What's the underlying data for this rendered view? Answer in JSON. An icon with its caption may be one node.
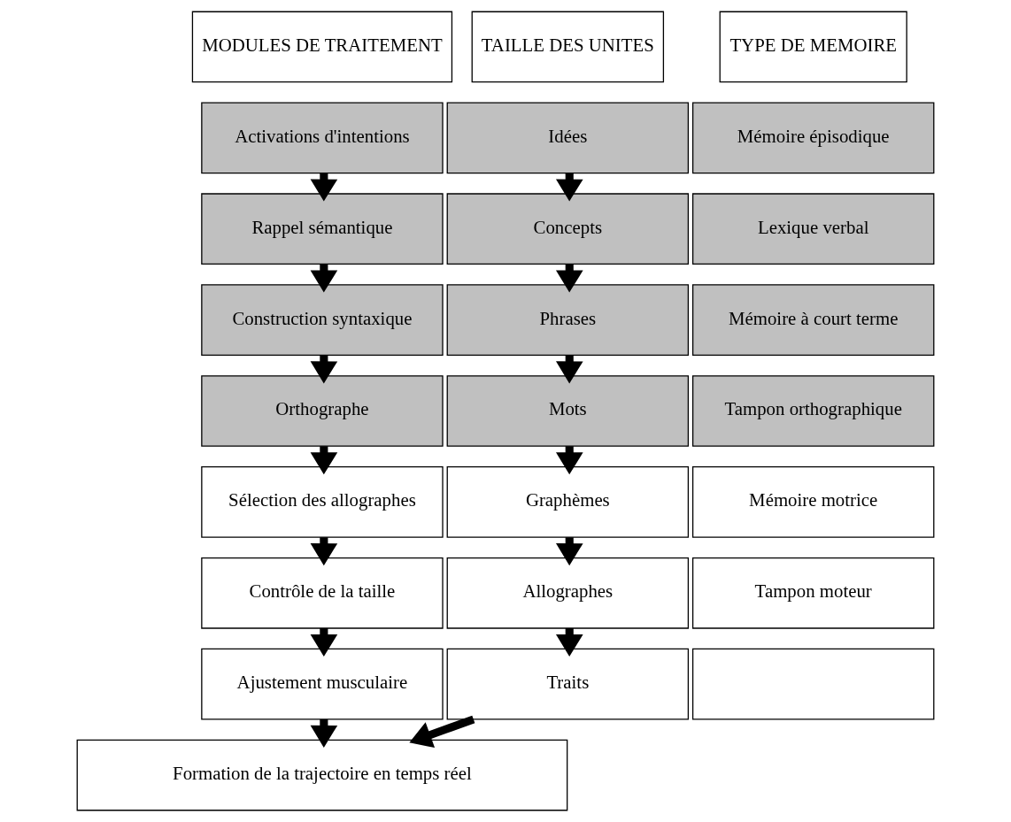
{
  "diagram": {
    "nodes": [
      {
        "text": [
          "MODULES DE TRAITEMENT"
        ]
      },
      {
        "text": [
          "TAILLE DES UNITES"
        ]
      },
      {
        "text": [
          "TYPE DE MEMOIRE"
        ]
      },
      {
        "text": [
          "Activations d'intentions"
        ]
      },
      {
        "text": [
          "Idées"
        ]
      },
      {
        "text": [
          "Mémoire épisodique"
        ]
      },
      {
        "text": [
          "Rappel sémantique"
        ]
      },
      {
        "text": [
          "Concepts"
        ]
      },
      {
        "text": [
          "Lexique verbal"
        ]
      },
      {
        "text": [
          "Construction syntaxique"
        ]
      },
      {
        "text": [
          "Phrases"
        ]
      },
      {
        "text": [
          "Mémoire à court terme"
        ]
      },
      {
        "text": [
          "Orthographe"
        ]
      },
      {
        "text": [
          "Mots"
        ]
      },
      {
        "text": [
          "Tampon orthographique"
        ]
      },
      {
        "text": [
          "Sélection des allographes"
        ]
      },
      {
        "text": [
          "Graphèmes"
        ]
      },
      {
        "text": [
          "Mémoire motrice"
        ]
      },
      {
        "text": [
          "Contrôle de la taille"
        ]
      },
      {
        "text": [
          "Allographes"
        ]
      },
      {
        "text": [
          "Tampon moteur"
        ]
      },
      {
        "text": [
          "Ajustement musculaire"
        ]
      },
      {
        "text": [
          "Traits"
        ]
      },
      {
        "text": [],
        "shape": "box"
      },
      {
        "text": [
          "Formation de la trajectoire en temps réel"
        ]
      }
    ],
    "edges": [
      {
        "from": 3,
        "to": 6,
        "arrow": "to"
      },
      {
        "from": 6,
        "to": 9,
        "arrow": "to"
      },
      {
        "from": 9,
        "to": 12,
        "arrow": "to"
      },
      {
        "from": 12,
        "to": 15,
        "arrow": "to"
      },
      {
        "from": 15,
        "to": 18,
        "arrow": "to"
      },
      {
        "from": 18,
        "to": 21,
        "arrow": "to"
      },
      {
        "from": 21,
        "to": 24,
        "arrow": "to"
      },
      {
        "from": 4,
        "to": 7,
        "arrow": "to"
      },
      {
        "from": 7,
        "to": 10,
        "arrow": "to"
      },
      {
        "from": 10,
        "to": 13,
        "arrow": "to"
      },
      {
        "from": 13,
        "to": 16,
        "arrow": "to"
      },
      {
        "from": 16,
        "to": 19,
        "arrow": "to"
      },
      {
        "from": 19,
        "to": 22,
        "arrow": "to"
      },
      {
        "from": 22,
        "to": 24,
        "arrow": "to"
      }
    ]
  }
}
